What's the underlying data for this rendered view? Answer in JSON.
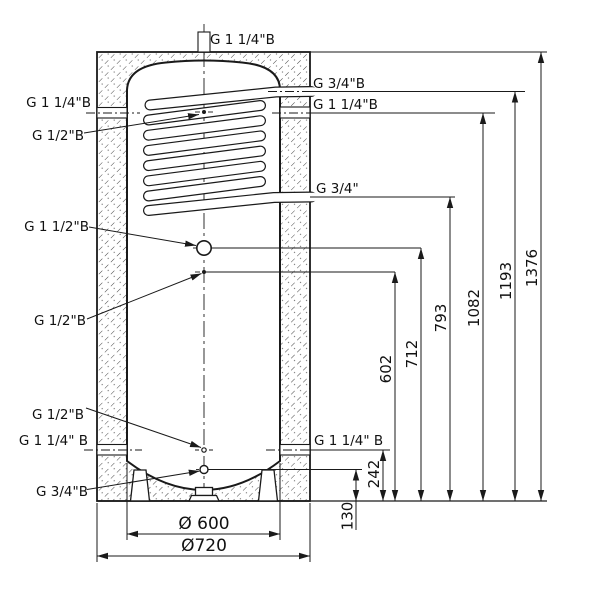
{
  "drawing": {
    "title": "buffer-tank-technical-drawing",
    "line_color": "#1a1a1a",
    "background": "#ffffff"
  },
  "labels": {
    "top_port": "G 1 1/4\"B",
    "left_upper_port": "G 1 1/4\"B",
    "sensor_upper": "G 1/2\"B",
    "front_port": "G 1 1/2\"B",
    "sensor_middle": "G 1/2\"B",
    "sensor_lower": "G 1/2\"B",
    "left_lower_port": "G 1 1/4\" B",
    "drain_port": "G 3/4\"B",
    "coil_inlet": "G 3/4\"B",
    "right_upper_port": "G 1 1/4\"B",
    "coil_outlet": "G 3/4\"",
    "right_lower_port": "G 1 1/4\" B"
  },
  "dims": {
    "h130": "130",
    "h242": "242",
    "h602": "602",
    "h712": "712",
    "h793": "793",
    "h1082": "1082",
    "h1193": "1193",
    "h1376": "1376",
    "d600": "Ø 600",
    "d720": "Ø720"
  }
}
